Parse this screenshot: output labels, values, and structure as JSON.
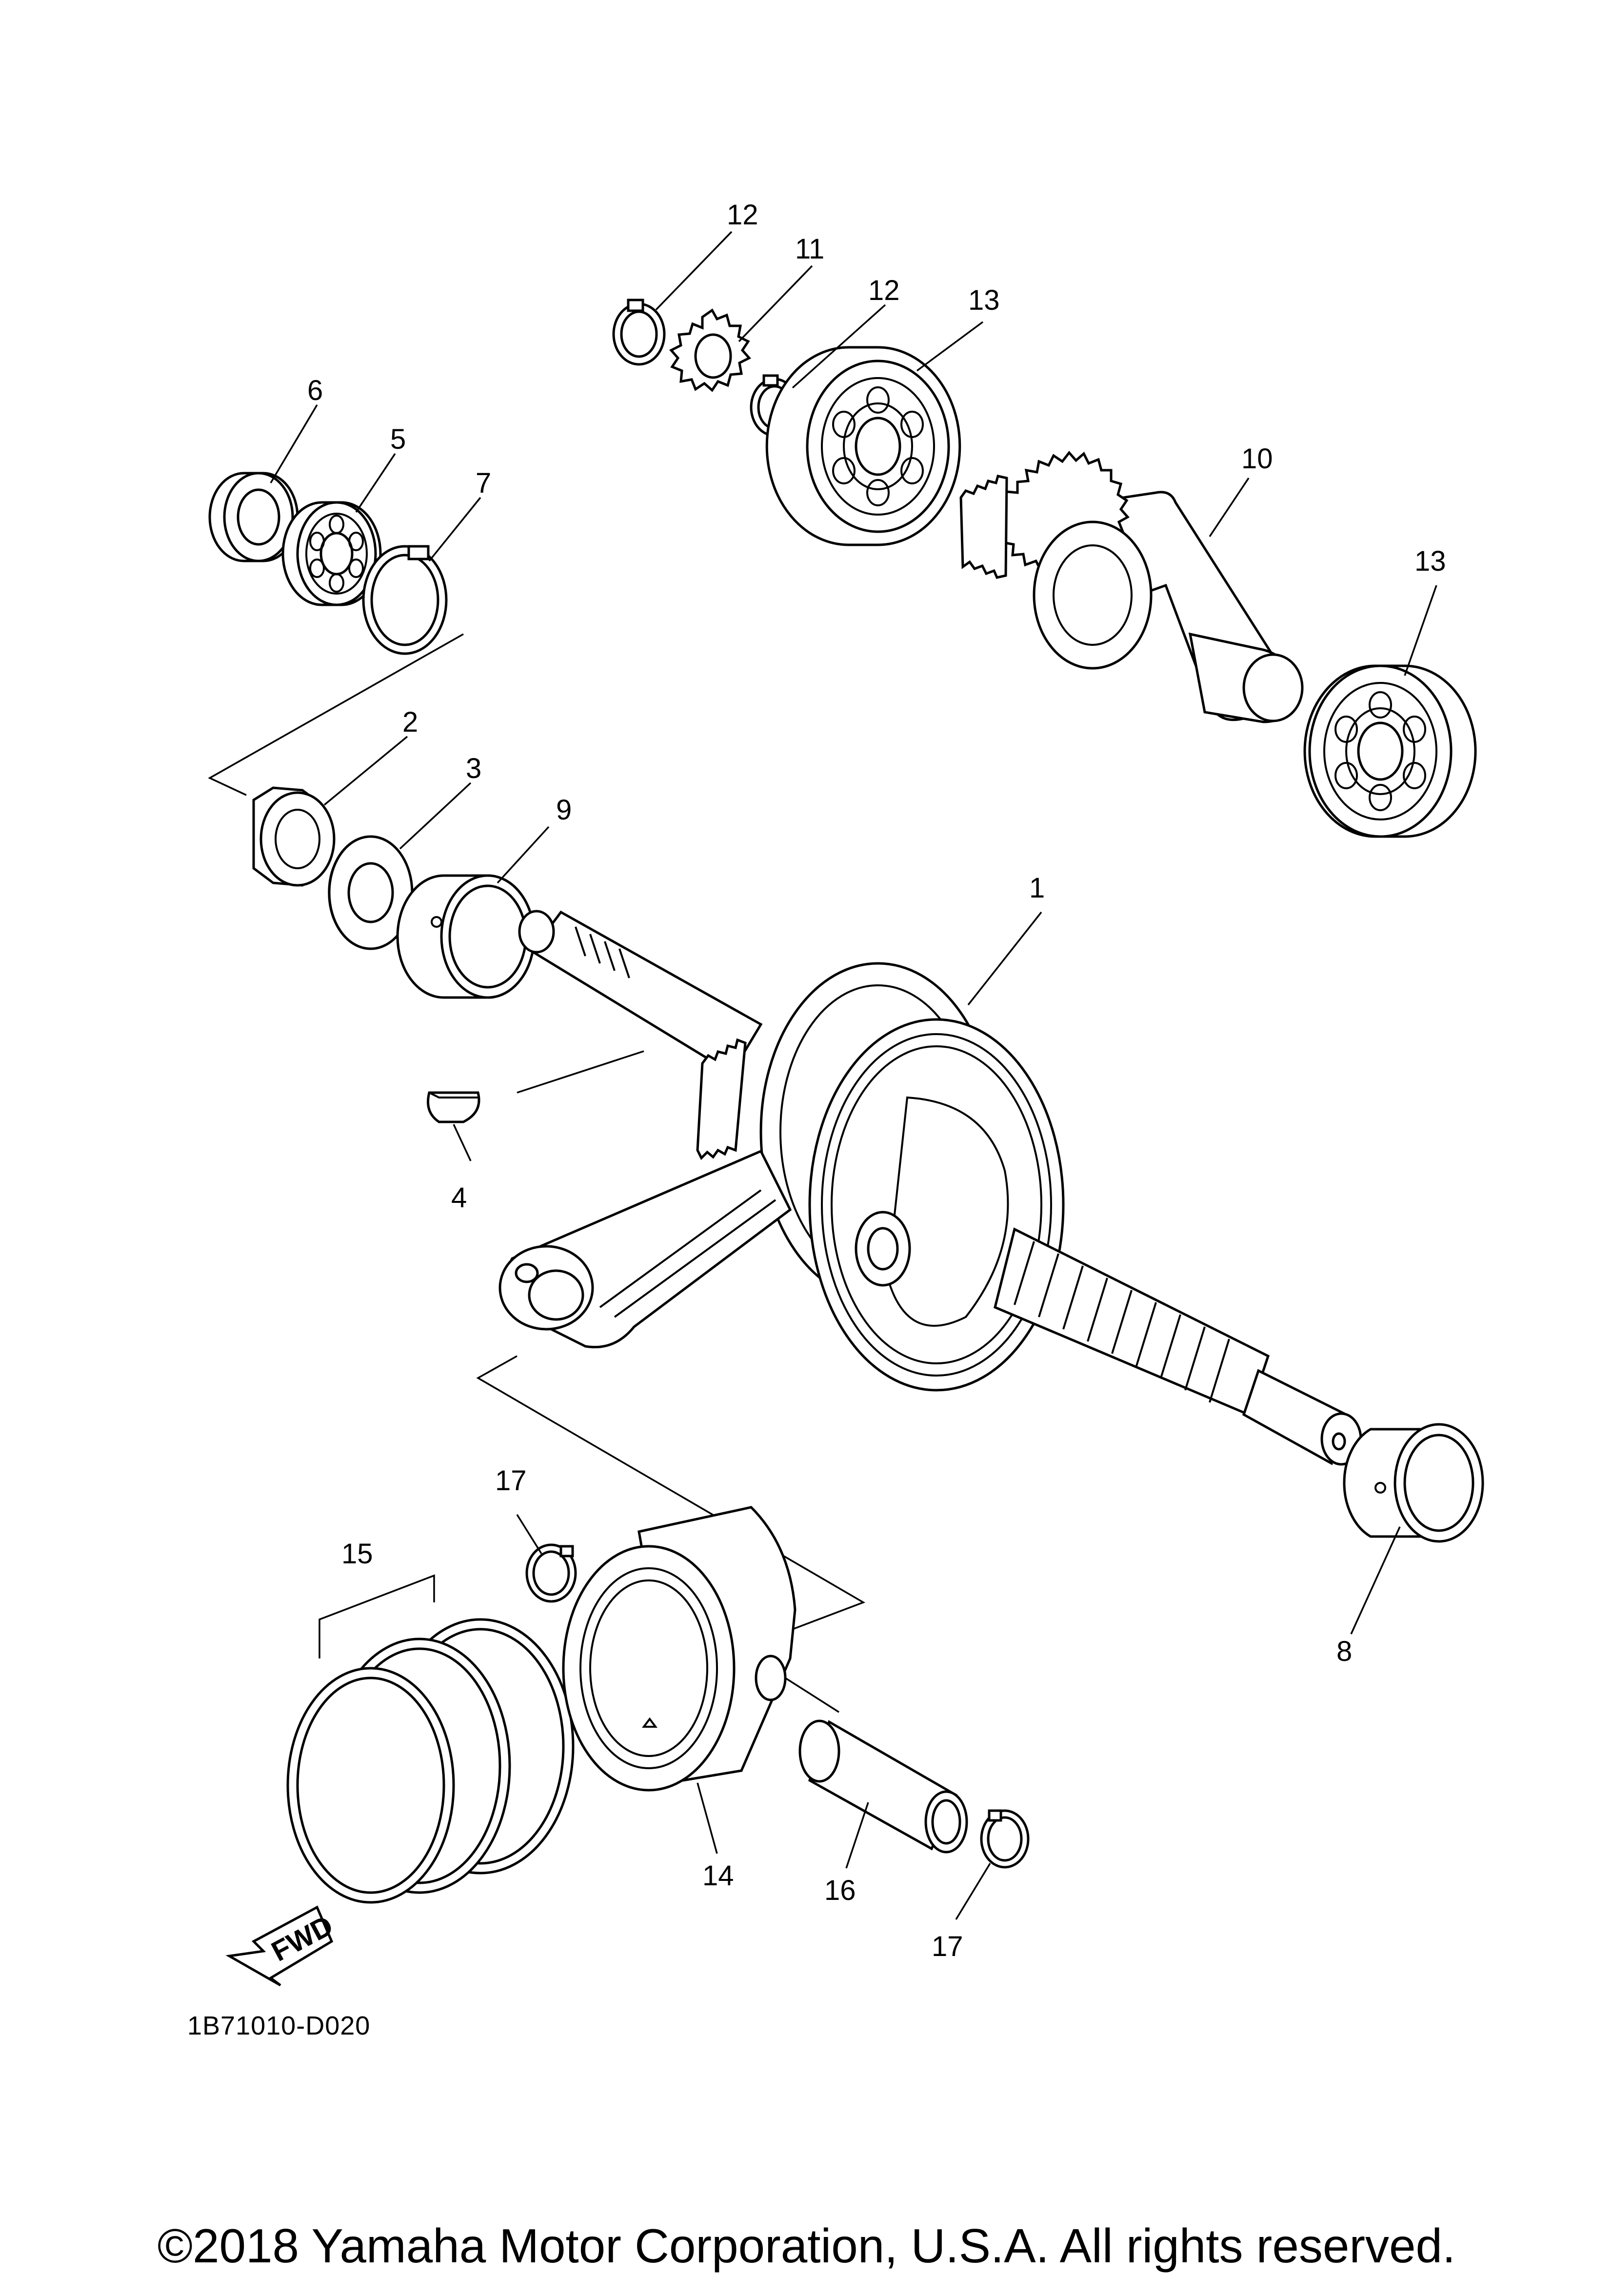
{
  "callouts": {
    "c1": "1",
    "c2": "2",
    "c3": "3",
    "c4": "4",
    "c5": "5",
    "c6": "6",
    "c7": "7",
    "c8": "8",
    "c9": "9",
    "c10": "10",
    "c11": "11",
    "c12a": "12",
    "c12b": "12",
    "c13a": "13",
    "c13b": "13",
    "c14": "14",
    "c15": "15",
    "c16": "16",
    "c17a": "17",
    "c17b": "17"
  },
  "fwd_label": "FWD",
  "diagram_code": "1B71010-D020",
  "copyright": "©2018 Yamaha Motor Corporation, U.S.A. All rights reserved."
}
